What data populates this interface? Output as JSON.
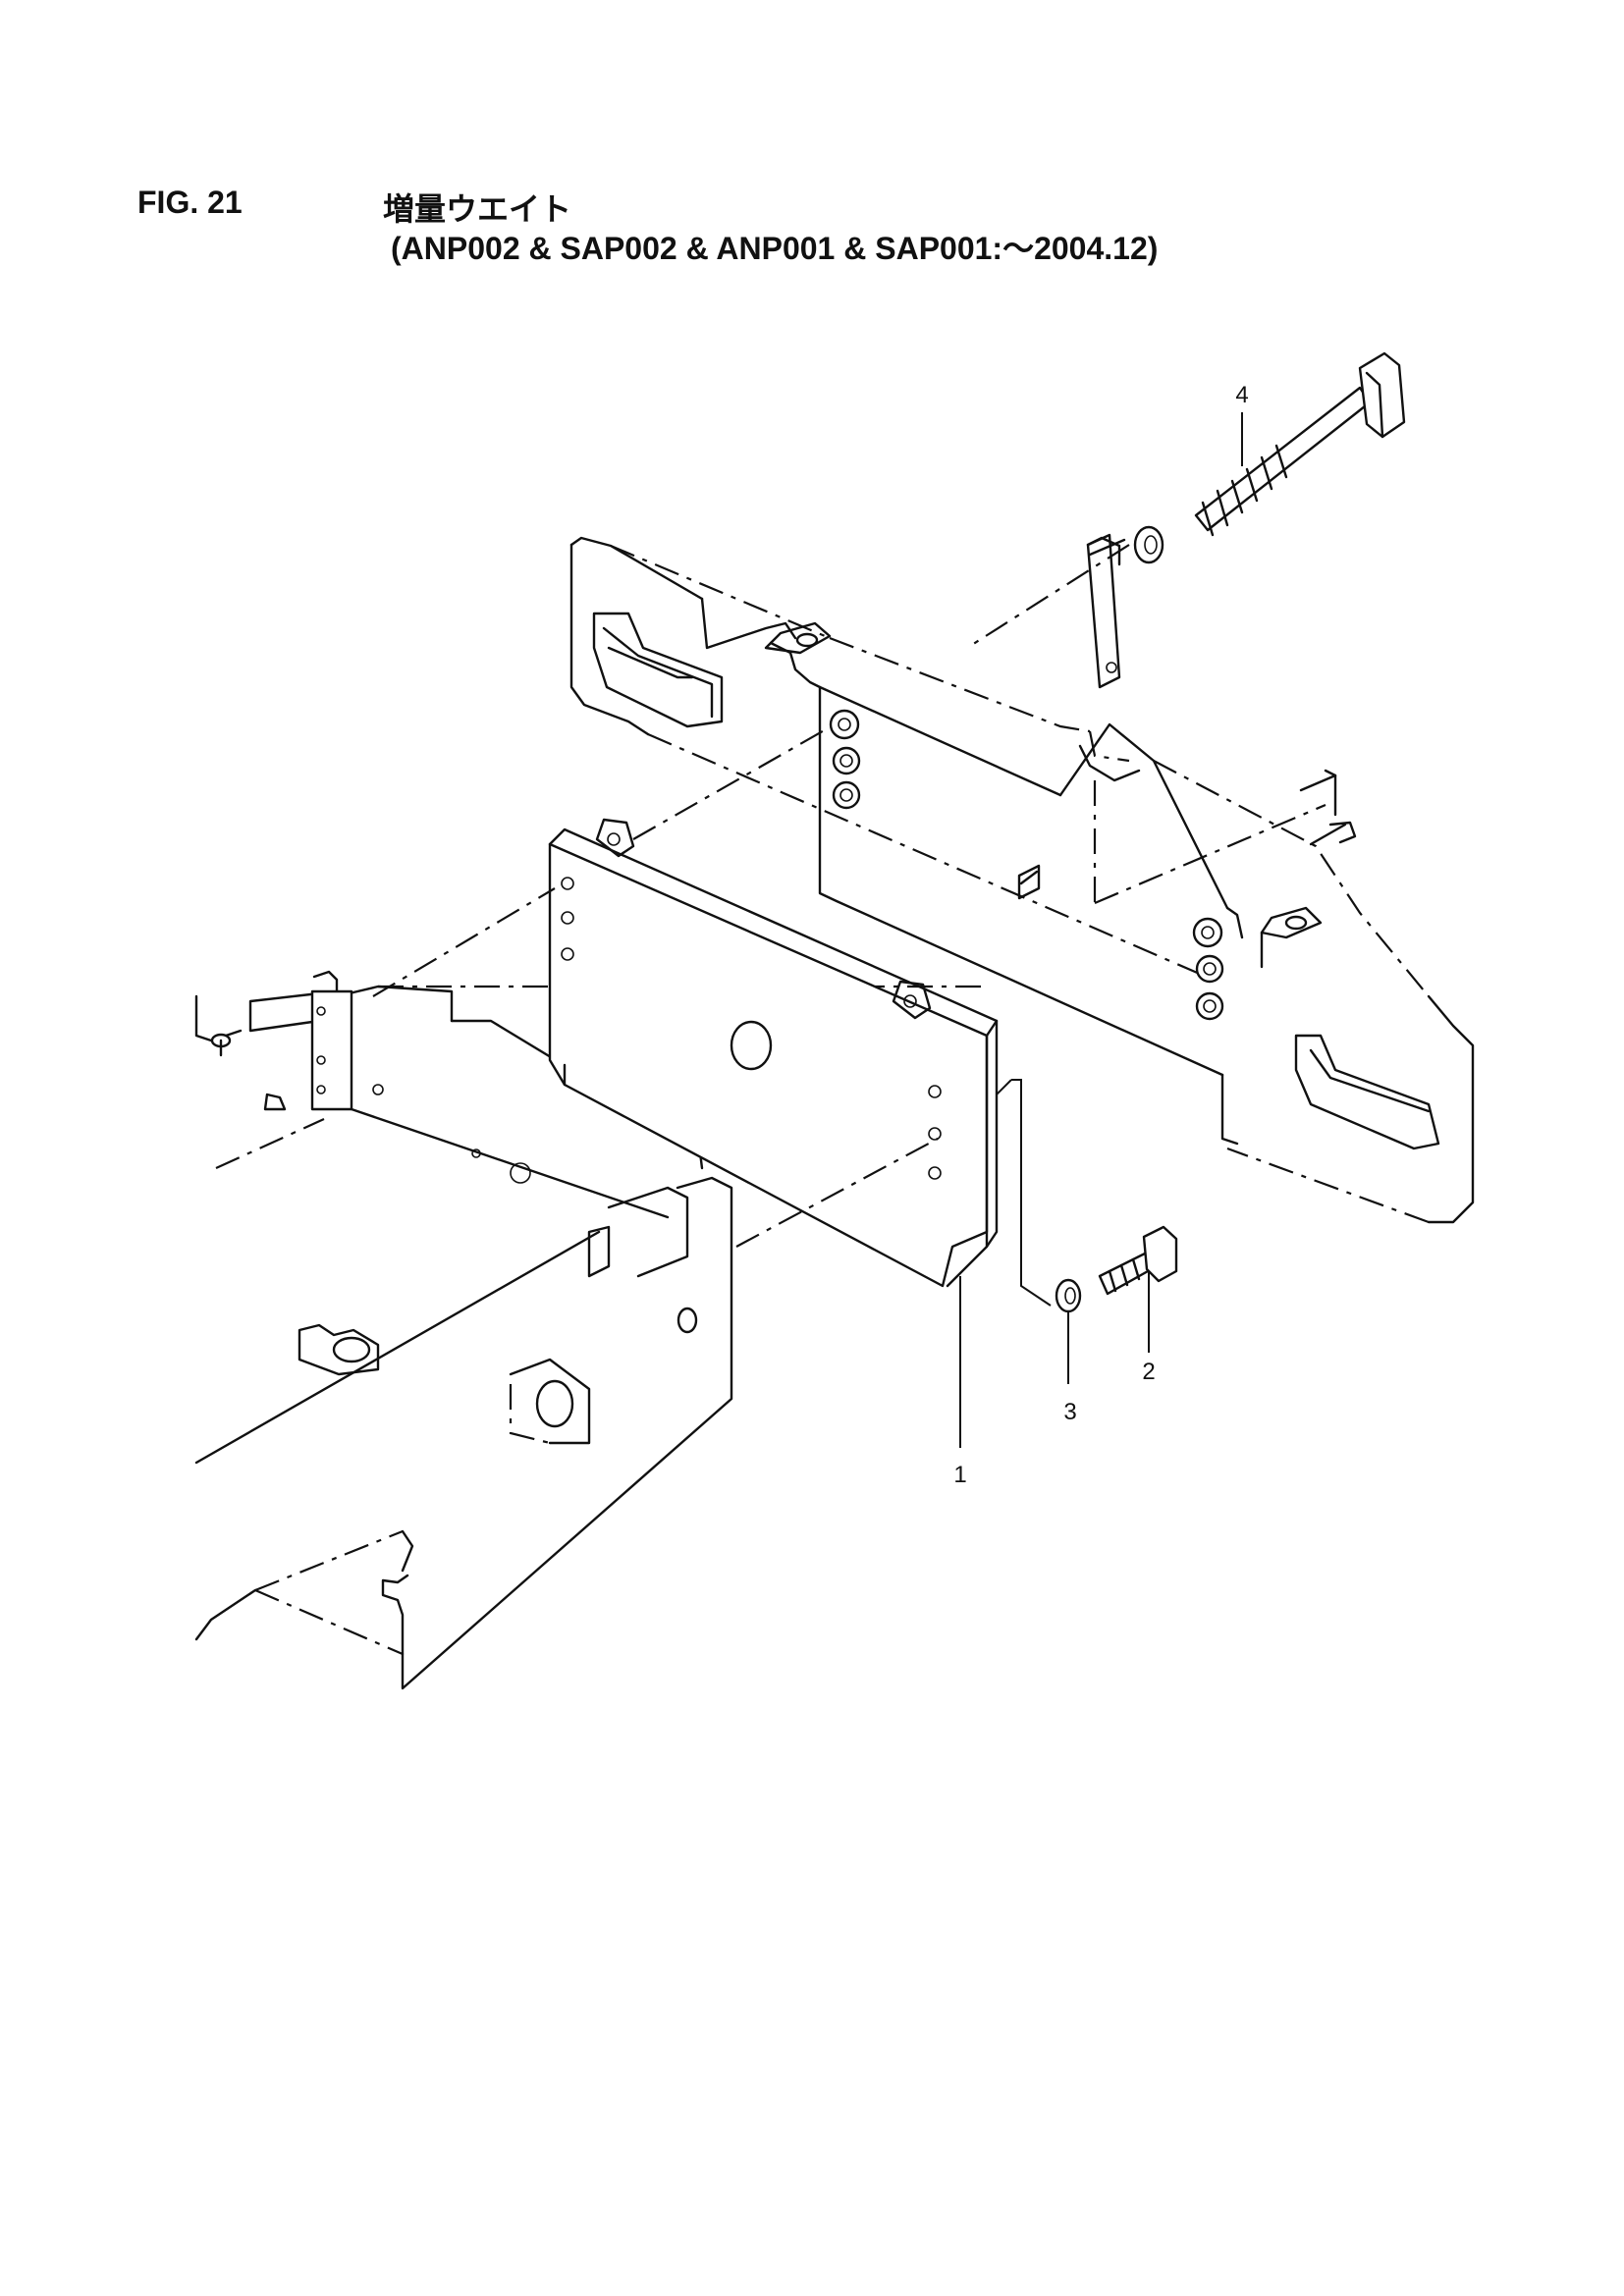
{
  "header": {
    "figure_label": "FIG. 21",
    "title_jp": "増量ウエイト",
    "title_models": "(ANP002 & SAP002 & ANP001 & SAP001:～2004.12)"
  },
  "callouts": {
    "part1": "1",
    "part2": "2",
    "part3": "3",
    "part4": "4"
  }
}
